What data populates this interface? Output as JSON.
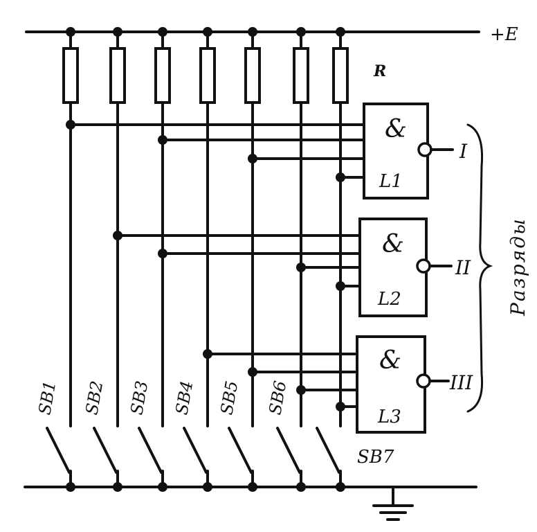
{
  "supply_label": "+E",
  "resistor_label": "R",
  "switches": [
    "SB1",
    "SB2",
    "SB3",
    "SB4",
    "SB5",
    "SB6",
    "SB7"
  ],
  "gates": [
    {
      "symbol": "&",
      "name": "L1",
      "output": "I"
    },
    {
      "symbol": "&",
      "name": "L2",
      "output": "II"
    },
    {
      "symbol": "&",
      "name": "L3",
      "output": "III"
    }
  ],
  "group_label": "Разряды"
}
